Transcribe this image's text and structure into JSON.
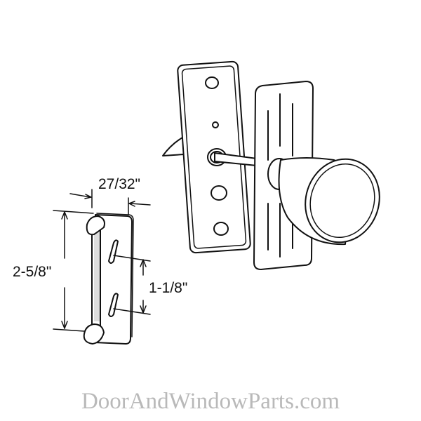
{
  "diagram": {
    "subject": "door latch with knob and strike plate",
    "colors": {
      "background": "#ffffff",
      "line": "#111111",
      "watermark": "#b9b9b9"
    },
    "dimensions": {
      "width": "27/32\"",
      "height": "2-5/8\"",
      "hole_spacing": "1-1/8\""
    },
    "parts": [
      {
        "name": "strike-plate"
      },
      {
        "name": "latch-backplate"
      },
      {
        "name": "knob-escutcheon-plate"
      },
      {
        "name": "knob"
      },
      {
        "name": "latch-tongue"
      }
    ]
  },
  "watermark": {
    "text": "DoorAndWindowParts.com"
  }
}
